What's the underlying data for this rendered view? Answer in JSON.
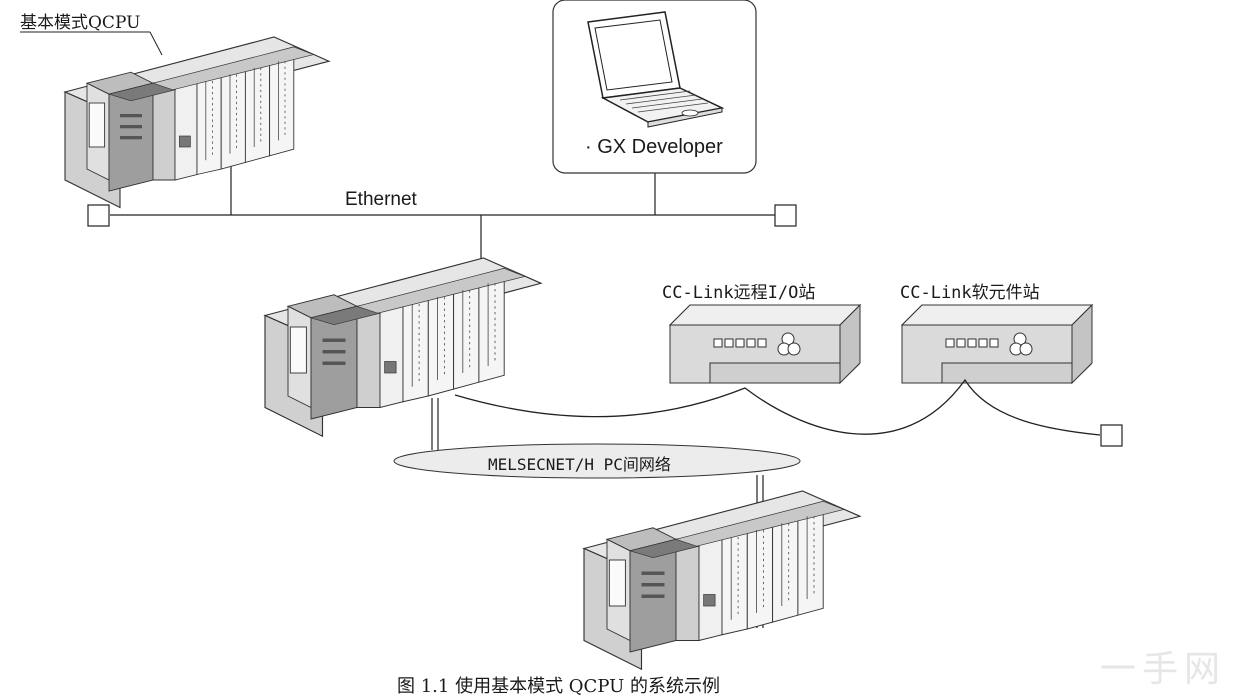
{
  "labels": {
    "basic_qcpu": "基本模式QCPU",
    "gx_developer": "· GX Developer",
    "ethernet": "Ethernet",
    "cc_remote_io": "CC-Link远程I/O站",
    "cc_device_station": "CC-Link软元件站",
    "melsecnet": "MELSECNET/H PC间网络"
  },
  "caption": "图 1.1  使用基本模式 QCPU 的系统示例",
  "watermark": "一手网"
}
